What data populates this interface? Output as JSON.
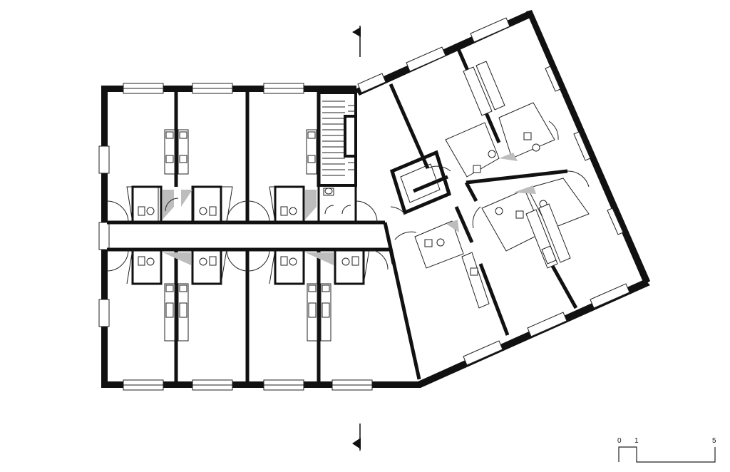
{
  "scale_bar": {
    "labels": [
      "0",
      "1",
      "5"
    ]
  }
}
